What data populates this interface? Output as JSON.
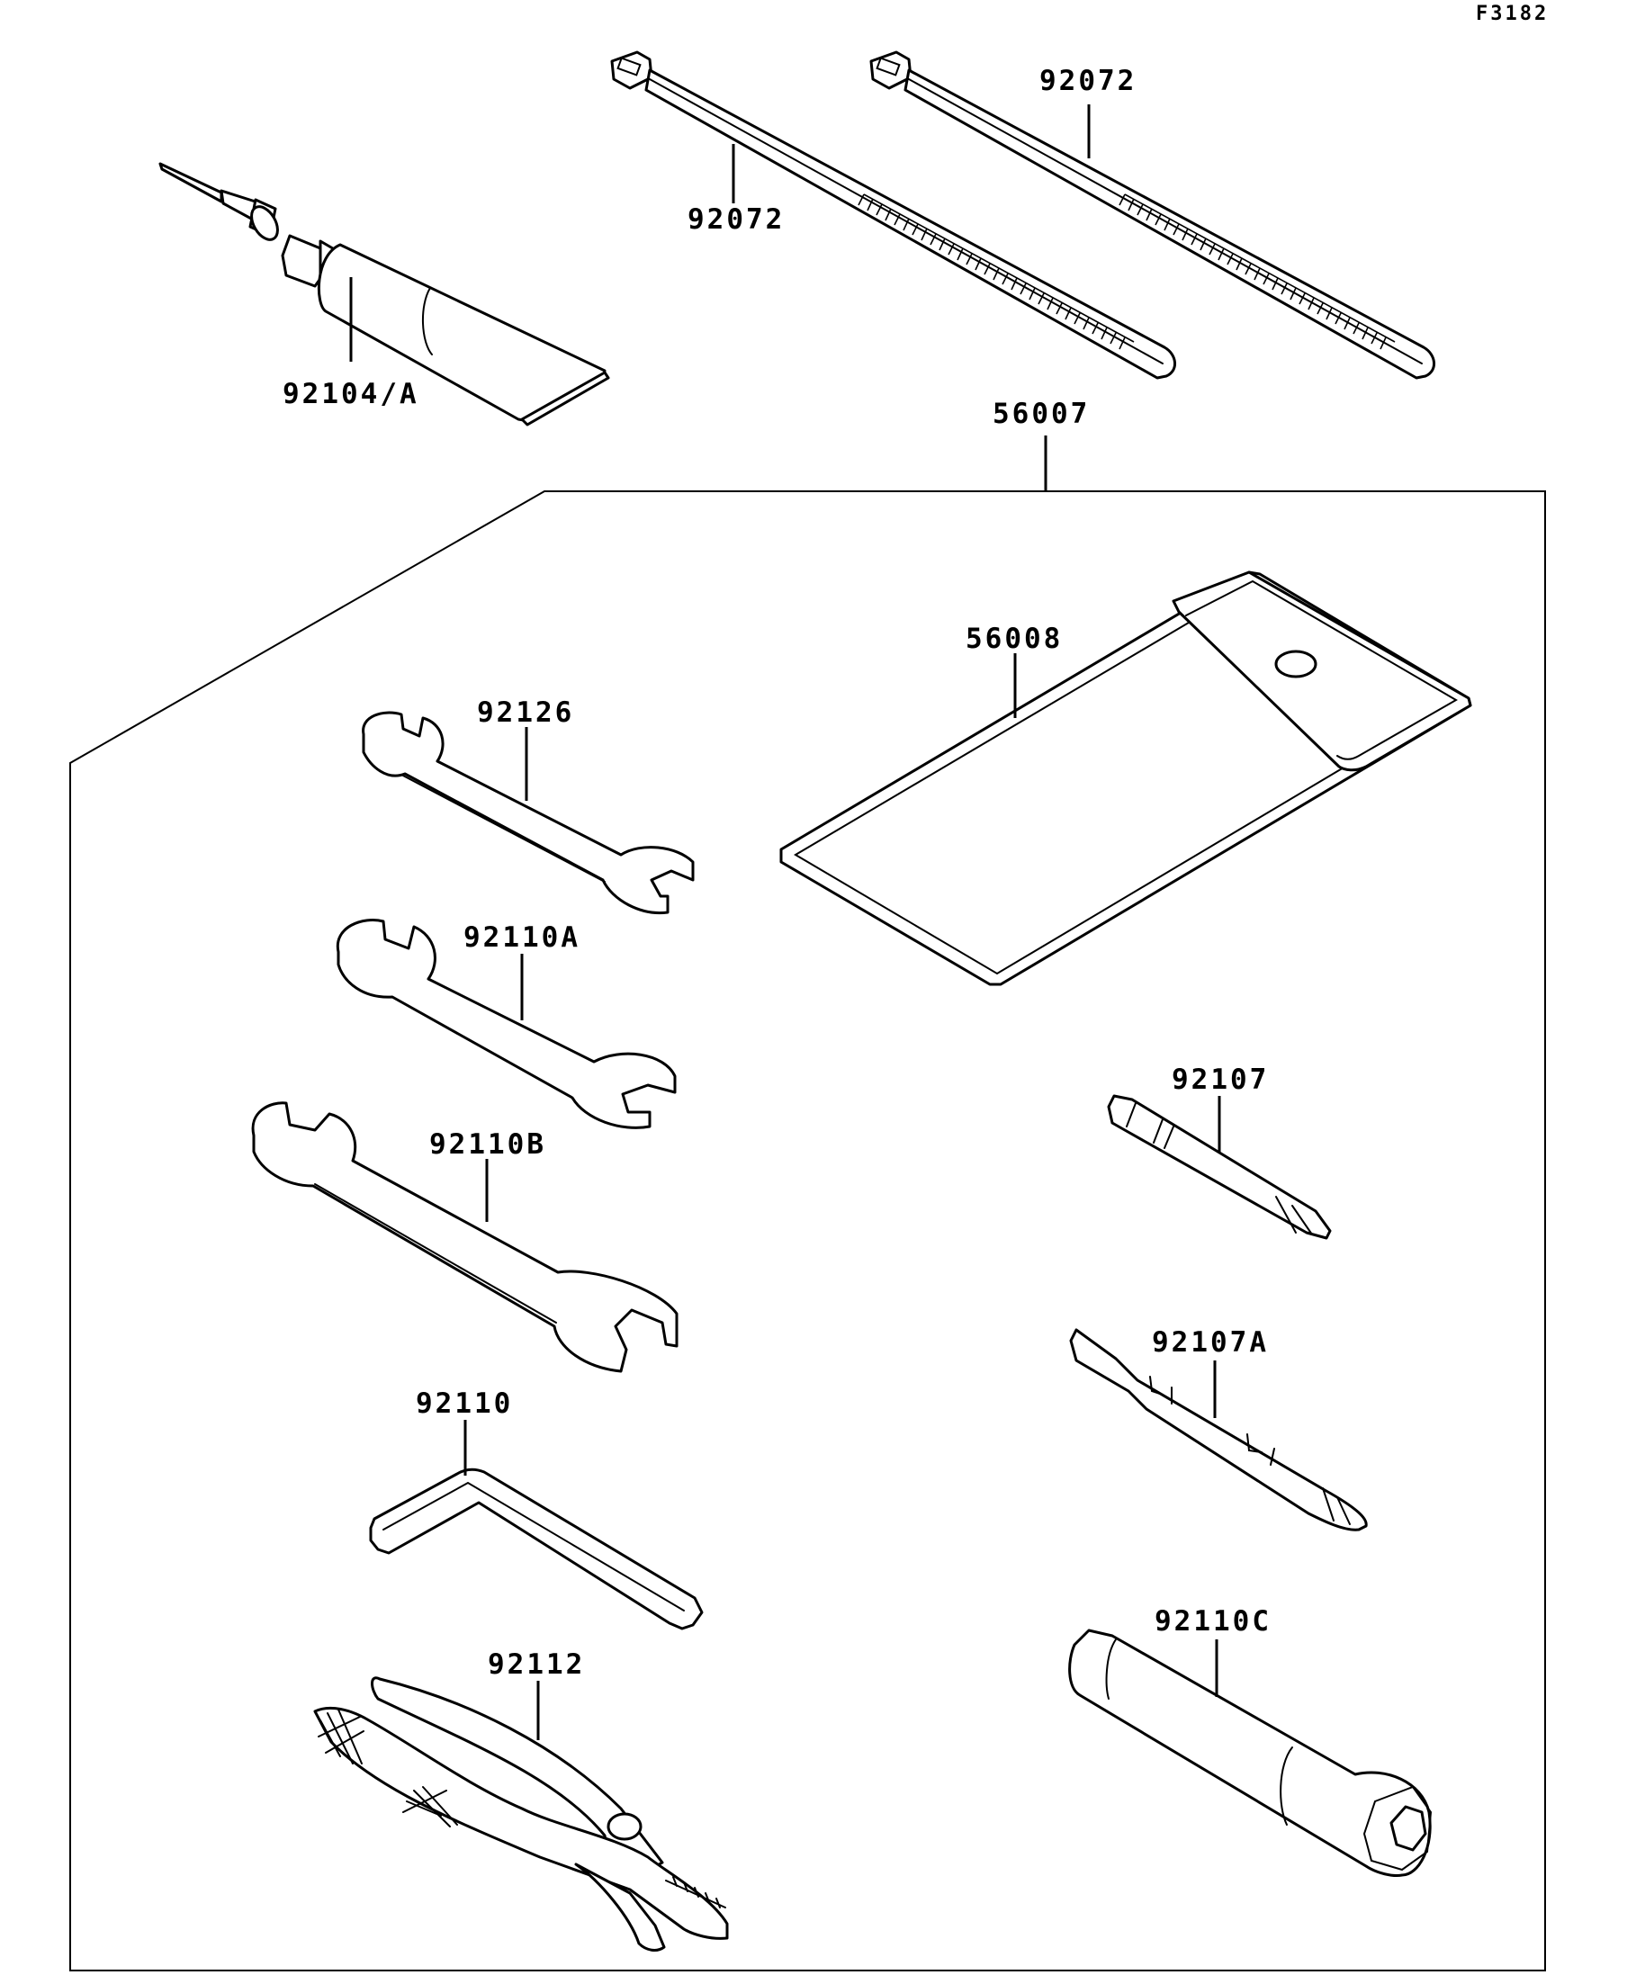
{
  "figure_code": "F3182",
  "kit_label": "56007",
  "parts": {
    "tube": "92104/A",
    "tie_left": "92072",
    "tie_right": "92072",
    "pouch": "56008",
    "wrench_small": "92126",
    "wrench_mid": "92110A",
    "wrench_large": "92110B",
    "hex_key": "92110",
    "pliers": "92112",
    "driver_bit": "92107",
    "driver_bit_double": "92107A",
    "box_spanner": "92110C"
  }
}
